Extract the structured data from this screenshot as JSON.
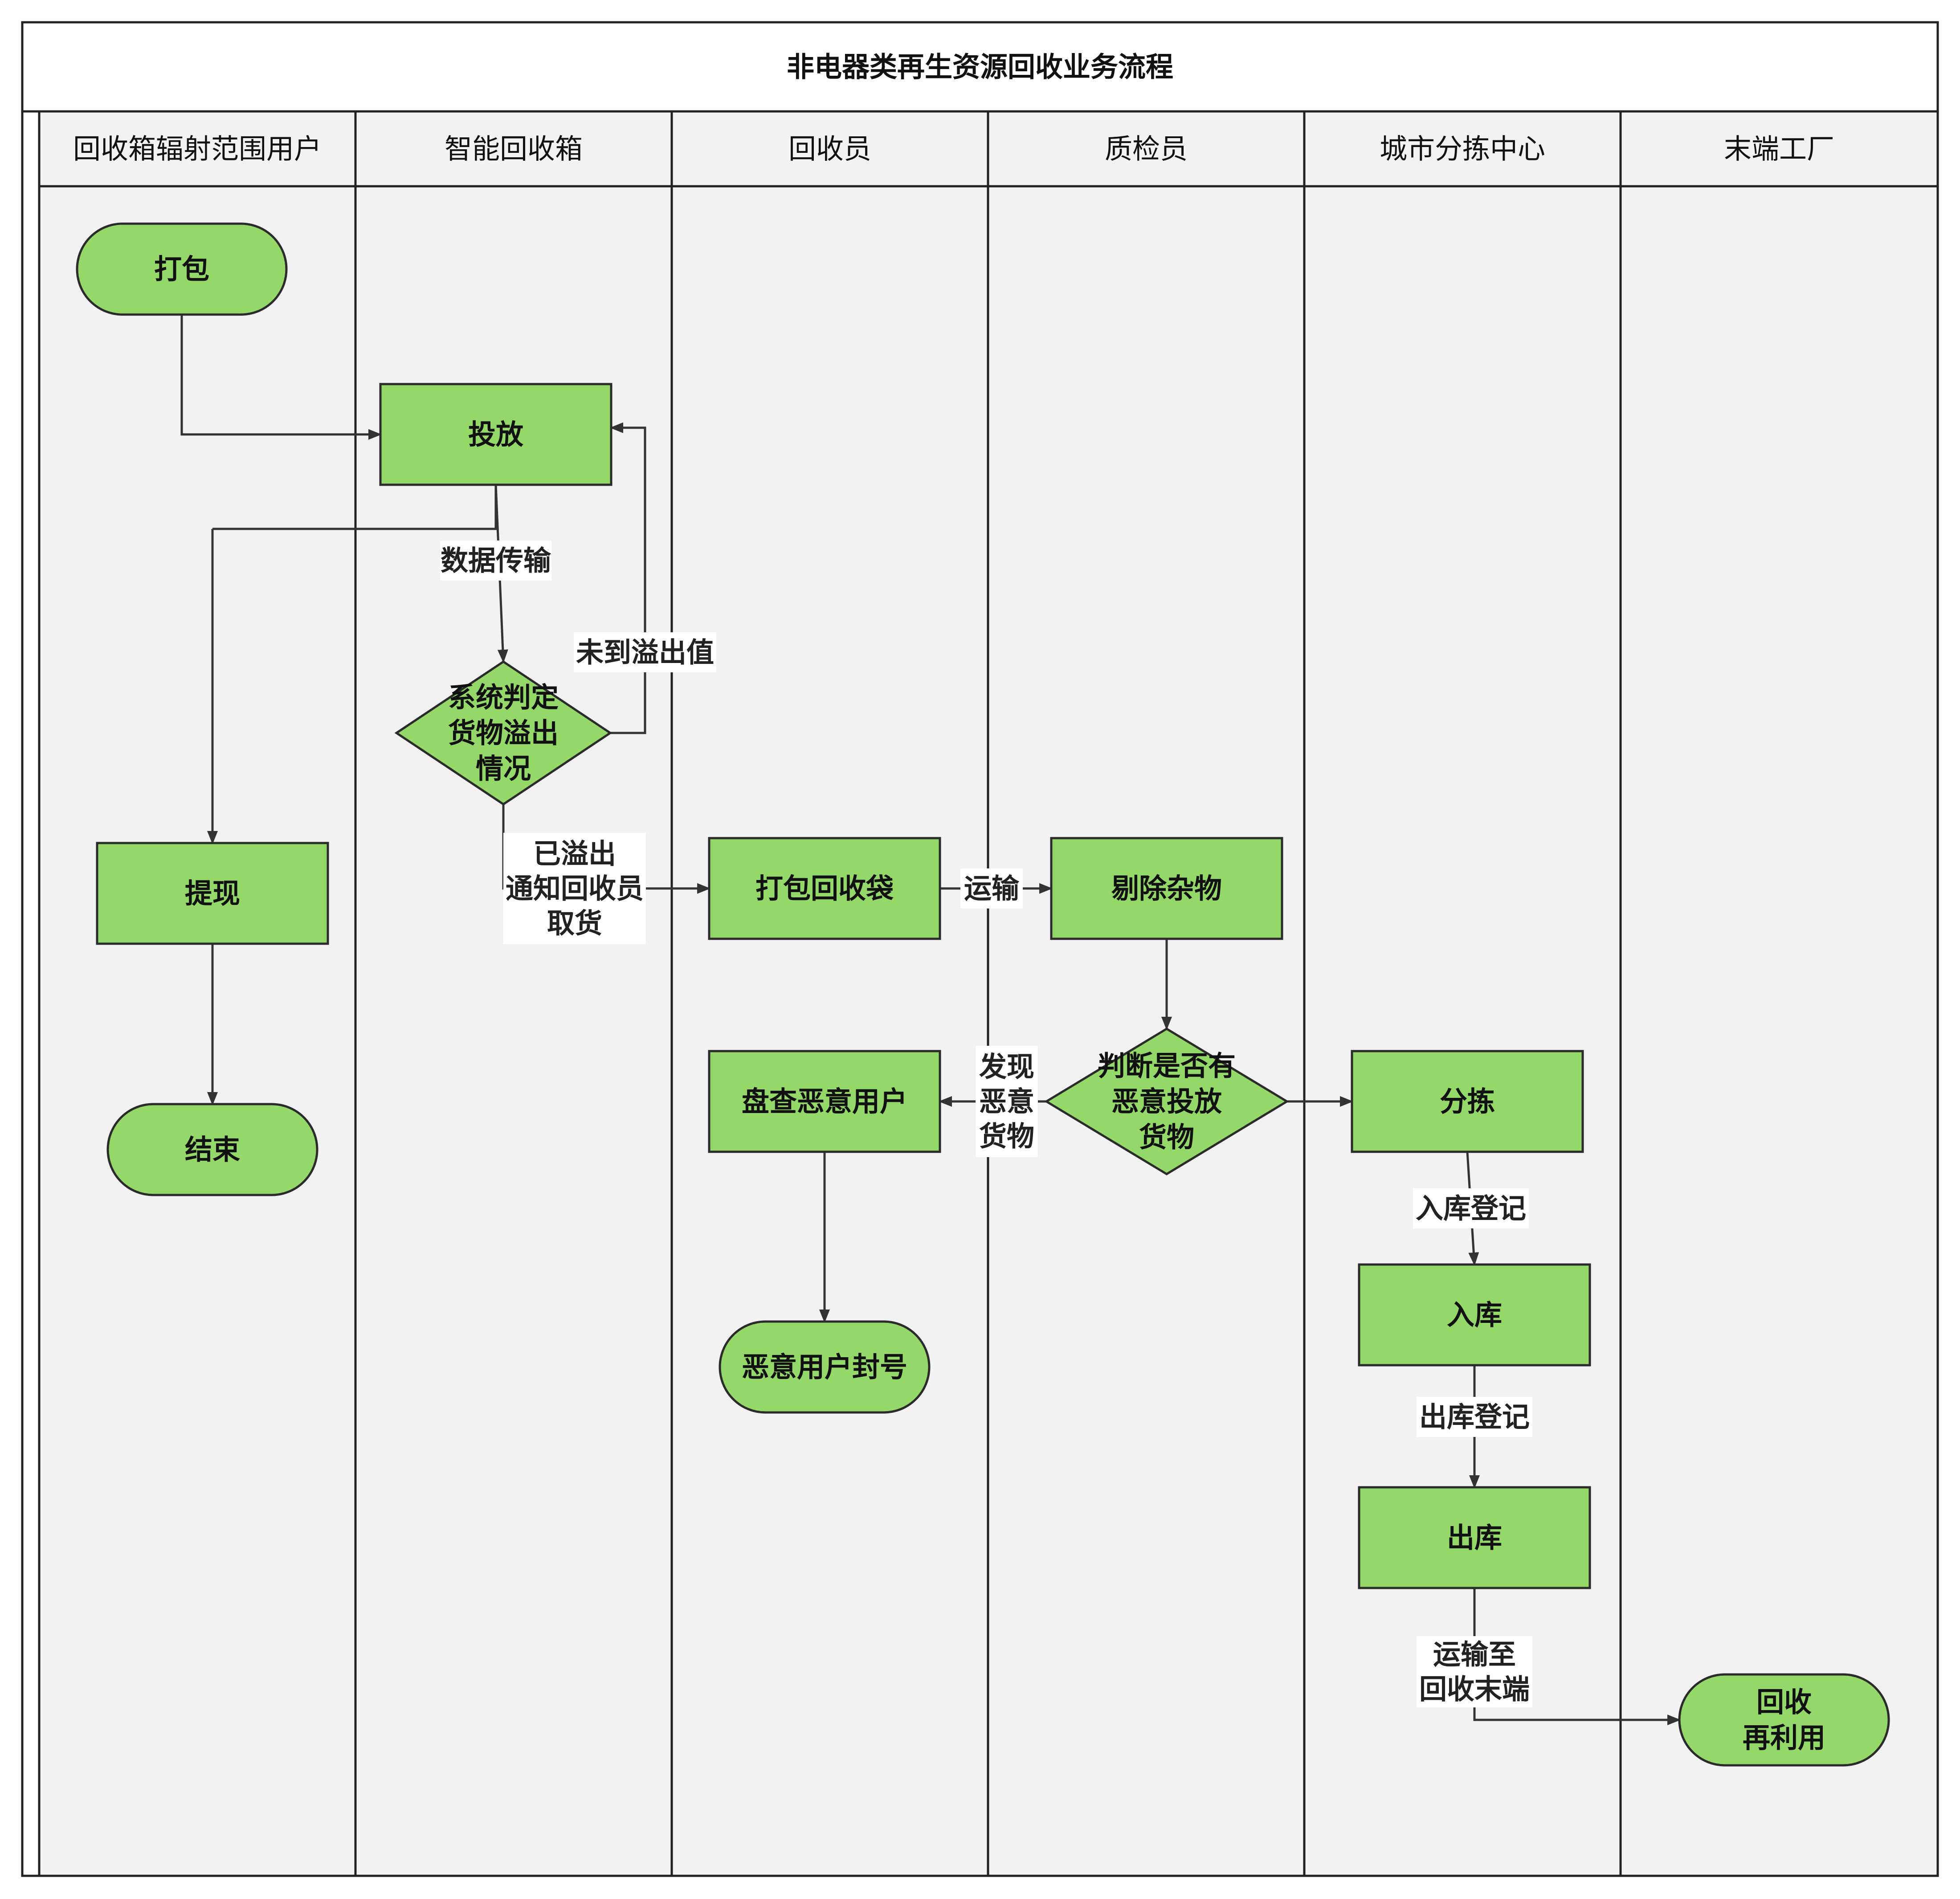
{
  "title": "非电器类再生资源回收业务流程",
  "lanes": [
    {
      "id": "user",
      "label": "回收箱辐射范围用户"
    },
    {
      "id": "box",
      "label": "智能回收箱"
    },
    {
      "id": "collector",
      "label": "回收员"
    },
    {
      "id": "inspector",
      "label": "质检员"
    },
    {
      "id": "sorting",
      "label": "城市分拣中心"
    },
    {
      "id": "factory",
      "label": "末端工厂"
    }
  ],
  "nodes": {
    "pack": {
      "shape": "terminal",
      "label": "打包"
    },
    "deposit": {
      "shape": "process",
      "label": "投放"
    },
    "judge": {
      "shape": "decision",
      "label": "系统判定\n货物溢出\n情况"
    },
    "withdraw": {
      "shape": "process",
      "label": "提现"
    },
    "end": {
      "shape": "terminal",
      "label": "结束"
    },
    "bag": {
      "shape": "process",
      "label": "打包回收袋"
    },
    "remove": {
      "shape": "process",
      "label": "剔除杂物"
    },
    "check": {
      "shape": "decision",
      "label": "判断是否有\n恶意投放\n货物"
    },
    "audit": {
      "shape": "process",
      "label": "盘查恶意用户"
    },
    "ban": {
      "shape": "terminal",
      "label": "恶意用户封号"
    },
    "sort": {
      "shape": "process",
      "label": "分拣"
    },
    "instore": {
      "shape": "process",
      "label": "入库"
    },
    "outstore": {
      "shape": "process",
      "label": "出库"
    },
    "reuse": {
      "shape": "terminal",
      "label": "回收\n再利用"
    }
  },
  "edges": {
    "data_transfer": "数据传输",
    "not_overflow": "未到溢出值",
    "overflow": "已溢出\n通知回收员\n取货",
    "transport": "运输",
    "malicious": "发现\n恶意\n货物",
    "in_register": "入库登记",
    "out_register": "出库登记",
    "to_factory": "运输至\n回收末端"
  },
  "colors": {
    "node_fill": "#95d86a",
    "node_stroke": "#2b2b2b",
    "lane_body": "#f2f2f2",
    "lane_header": "#f2f2f2",
    "title_bg": "#ffffff",
    "border": "#222222",
    "edge": "#333333"
  }
}
